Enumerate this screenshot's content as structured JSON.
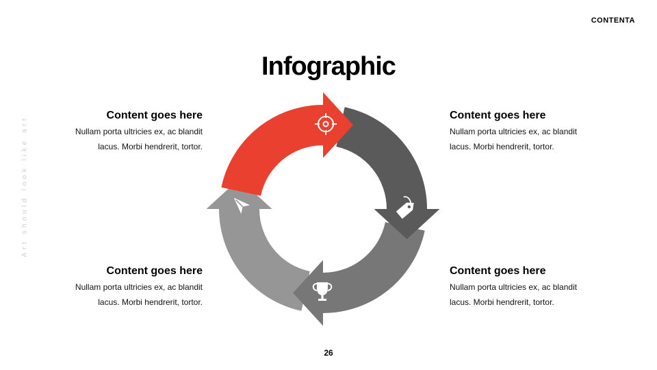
{
  "brand": "CONTENTA",
  "title": "Infographic",
  "side_text": "Art should look like art",
  "blocks": {
    "top_left": {
      "heading": "Content goes here",
      "line1": "Nullam porta ultricies ex, ac blandit",
      "line2": "lacus. Morbi hendrerit, tortor."
    },
    "bottom_left": {
      "heading": "Content goes here",
      "line1": "Nullam porta ultricies ex, ac blandit",
      "line2": "lacus. Morbi hendrerit, tortor."
    },
    "top_right": {
      "heading": "Content goes here",
      "line1": "Nullam porta ultricies ex, ac blandit",
      "line2": "lacus. Morbi hendrerit, tortor."
    },
    "bottom_right": {
      "heading": "Content goes here",
      "line1": "Nullam porta ultricies ex, ac blandit",
      "line2": "lacus. Morbi hendrerit, tortor."
    }
  },
  "cycle": {
    "segments": [
      {
        "name": "target",
        "color": "#ea4030",
        "icon": "target-icon"
      },
      {
        "name": "tag",
        "color": "#5a5a5a",
        "icon": "tag-icon"
      },
      {
        "name": "trophy",
        "color": "#777777",
        "icon": "trophy-icon"
      },
      {
        "name": "send",
        "color": "#969696",
        "icon": "paper-plane-icon"
      }
    ]
  },
  "page_number": "26"
}
